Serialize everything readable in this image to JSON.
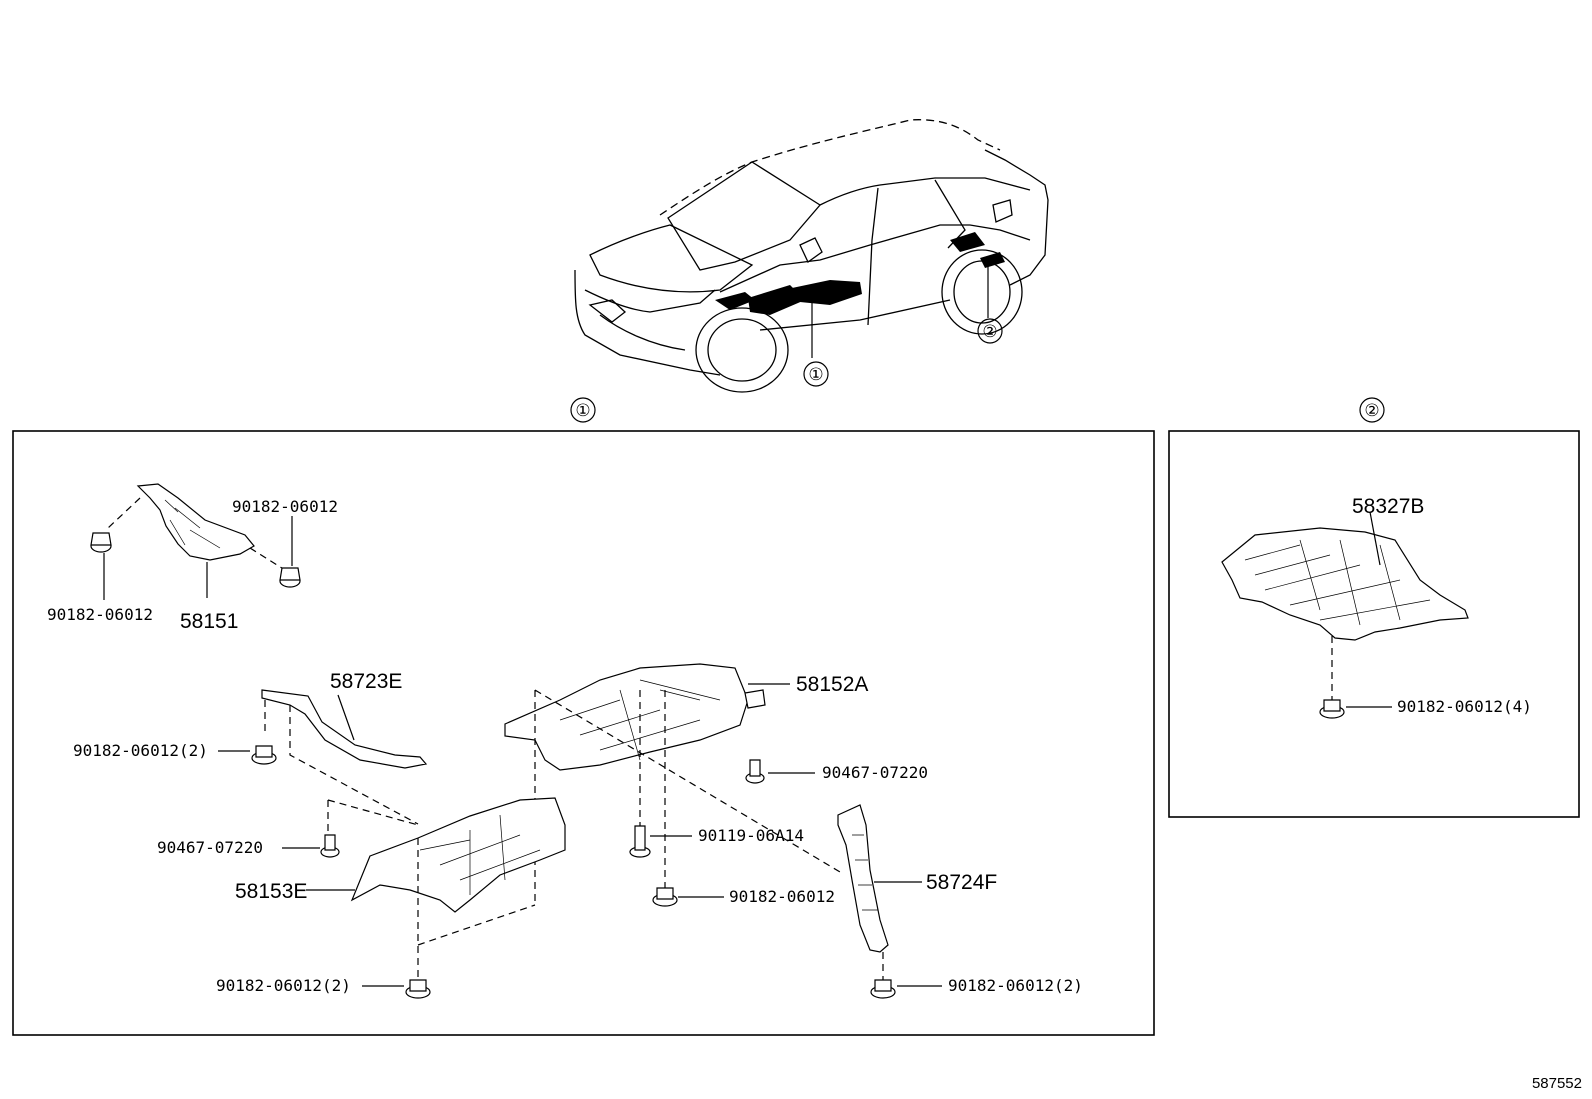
{
  "diagram_id": "587552",
  "overview": {
    "markers": [
      "①",
      "②"
    ]
  },
  "panels": [
    {
      "marker": "①"
    },
    {
      "marker": "②"
    }
  ],
  "parts": {
    "p58151": "58151",
    "p58723E": "58723E",
    "p58152A": "58152A",
    "p58153E": "58153E",
    "p58724F": "58724F",
    "p58327B": "58327B"
  },
  "fasteners": {
    "f1": "90182-06012",
    "f2": "90182-06012",
    "f3": "90182-06012(2)",
    "f4": "90467-07220",
    "f5": "90467-07220",
    "f6": "90119-06A14",
    "f7": "90182-06012",
    "f8": "90182-06012(2)",
    "f9": "90182-06012(2)",
    "f10": "90182-06012(4)"
  }
}
